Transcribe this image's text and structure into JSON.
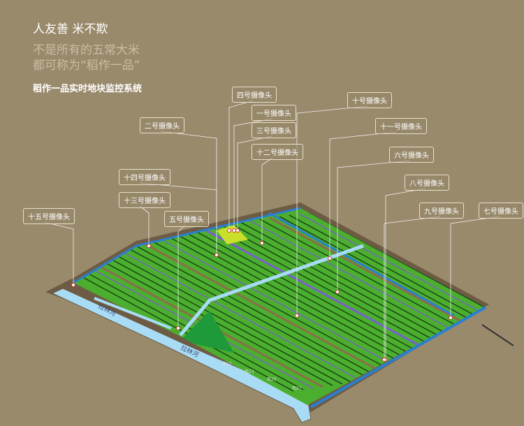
{
  "header": {
    "slogan": "人友善  米不欺",
    "line1": "不是所有的五常大米",
    "line2": "都可称为“稻作一品”",
    "system_title": "稻作一品实时地块监控系统"
  },
  "map": {
    "river_label": "拉林河",
    "road_labels": [
      "南22",
      "南23",
      "南25",
      "南27"
    ],
    "colors": {
      "field": "#4cae2e",
      "dark_field": "#1f9a3a",
      "river": "#a8dcf5",
      "canal": "#2a7fd0",
      "road": "#6e5b44",
      "highlight": "#c8e02a",
      "camera_dot": "#e02020"
    }
  },
  "cameras": [
    {
      "id": "cam4",
      "label": "四号摄像头"
    },
    {
      "id": "cam1",
      "label": "一号摄像头"
    },
    {
      "id": "cam3",
      "label": "三号摄像头"
    },
    {
      "id": "cam12",
      "label": "十二号摄像头"
    },
    {
      "id": "cam2",
      "label": "二号摄像头"
    },
    {
      "id": "cam14",
      "label": "十四号摄像头"
    },
    {
      "id": "cam13",
      "label": "十三号摄像头"
    },
    {
      "id": "cam5",
      "label": "五号摄像头"
    },
    {
      "id": "cam15",
      "label": "十五号摄像头"
    },
    {
      "id": "cam10",
      "label": "十号摄像头"
    },
    {
      "id": "cam11",
      "label": "十一号摄像头"
    },
    {
      "id": "cam6",
      "label": "六号摄像头"
    },
    {
      "id": "cam8",
      "label": "八号摄像头"
    },
    {
      "id": "cam9",
      "label": "九号摄像头"
    },
    {
      "id": "cam7",
      "label": "七号摄像头"
    }
  ]
}
